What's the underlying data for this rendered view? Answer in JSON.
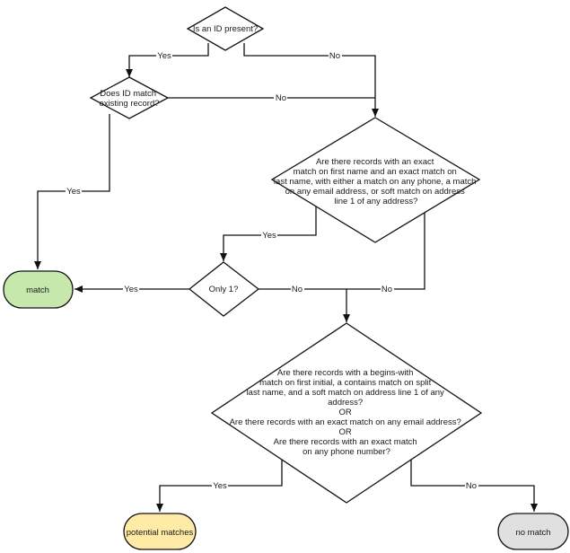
{
  "nodes": {
    "q_id_present": {
      "lines": [
        "Is an ID present?"
      ]
    },
    "q_id_match": {
      "lines": [
        "Does ID match",
        "existing record?"
      ]
    },
    "q_exact_match": {
      "lines": [
        "Are there records with an exact",
        "match on first name and an exact match on",
        "last name, with either a match on any phone, a match",
        "on any email address, or soft match on address",
        "line 1 of any address?"
      ]
    },
    "q_only_one": {
      "lines": [
        "Only 1?"
      ]
    },
    "q_fuzzy": {
      "lines": [
        "Are there records with a begins-with",
        "match on first initial, a contains match on split",
        "last name, and a soft match on address line 1 of any",
        "address?",
        "OR",
        "Are there records with an exact match on any email address?",
        "OR",
        "Are there records with an exact match",
        "on any phone number?"
      ]
    },
    "match": {
      "label": "match",
      "fill": "#c7e8ac"
    },
    "potential_matches": {
      "label": "potential matches",
      "fill": "#ffeaa6"
    },
    "no_match": {
      "label": "no match",
      "fill": "#e0e0e0"
    }
  },
  "edge_labels": {
    "id_present_yes": "Yes",
    "id_present_no": "No",
    "id_match_no": "No",
    "id_match_yes": "Yes",
    "exact_yes": "Yes",
    "exact_no": "No",
    "only1_yes": "Yes",
    "only1_no": "No",
    "fuzzy_yes": "Yes",
    "fuzzy_no": "No"
  }
}
